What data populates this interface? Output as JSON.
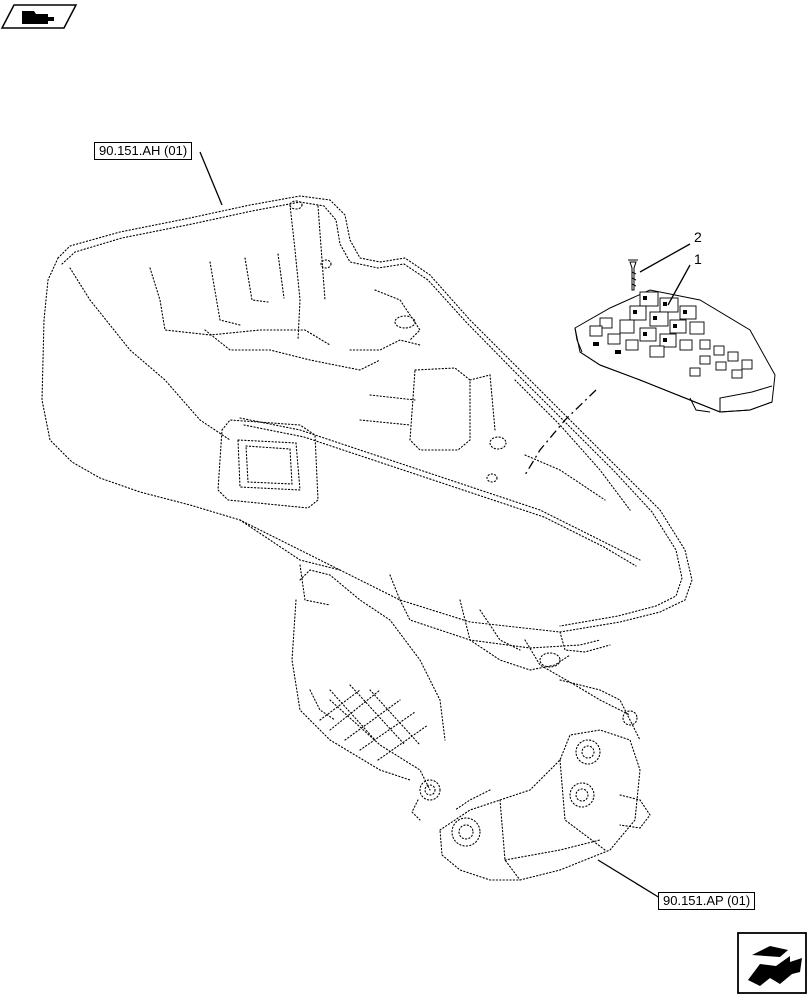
{
  "references": {
    "top": "90.151.AH (01)",
    "bottom": "90.151.AP (01)"
  },
  "callouts": {
    "item1": "1",
    "item2": "2"
  },
  "icons": {
    "top_left": "prev-page-icon",
    "bottom_right": "next-page-icon"
  },
  "colors": {
    "line": "#000000",
    "background": "#ffffff"
  }
}
